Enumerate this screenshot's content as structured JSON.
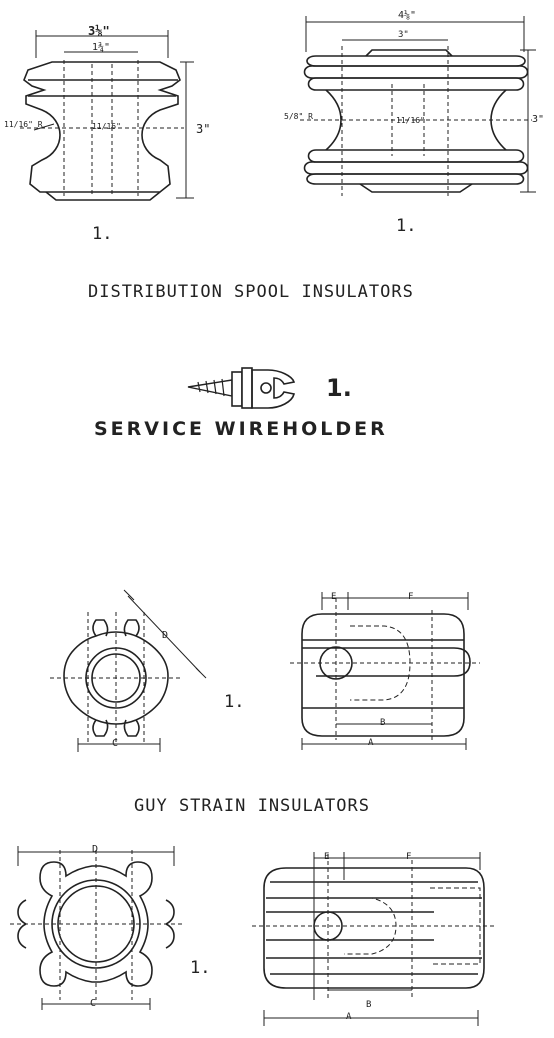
{
  "sections": {
    "spool": {
      "title": "DISTRIBUTION SPOOL INSULATORS",
      "small": {
        "number": "1.",
        "dim_top": "3⅛\"",
        "dim_inner": "1¾\"",
        "dim_height": "3\"",
        "dim_radius": "11/16\" R",
        "dim_bore": "11/16\""
      },
      "large": {
        "number": "1.",
        "dim_top": "4⅛\"",
        "dim_inner": "3\"",
        "dim_height": "3\"",
        "dim_radius": "5/8\" R",
        "dim_bore": "11/16\""
      }
    },
    "wireholder": {
      "title": "SERVICE WIREHOLDER",
      "number": "1."
    },
    "guy": {
      "title": "GUY STRAIN INSULATORS",
      "upper": {
        "number": "1.",
        "dims": {
          "A": "A",
          "B": "B",
          "C": "C",
          "D": "D",
          "E": "E",
          "F": "F"
        }
      },
      "lower": {
        "number": "1.",
        "dims": {
          "A": "A",
          "B": "B",
          "C": "C",
          "D": "D",
          "E": "E",
          "F": "F"
        }
      }
    }
  },
  "colors": {
    "ink": "#222222",
    "paper": "#ffffff"
  }
}
